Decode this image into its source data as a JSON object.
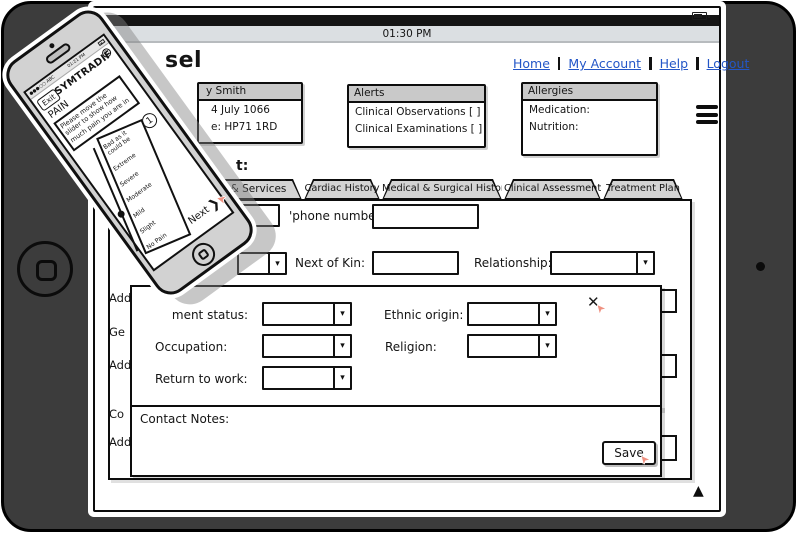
{
  "colors": {
    "link_blue": "#2356c7",
    "bezel_gray": "#3c3c3c",
    "cursor_salmon": "#ef9181"
  },
  "icons": {
    "dropdown_arrow": "▾",
    "chevron": "❯",
    "close_x": "✕",
    "scroll_up": "▲",
    "pointer": "➤"
  },
  "tablet": {
    "status_bar": {
      "time": "01:30 PM"
    },
    "nav_links": [
      "Home",
      "My Account",
      "Help",
      "Logout"
    ],
    "app_title_fragment": "sel",
    "patient_box": {
      "header_fragment": "y Smith",
      "rows": [
        "4 July 1066",
        "e: HP71 1RD"
      ]
    },
    "alerts_box": {
      "header": "Alerts",
      "rows": [
        "Clinical Observations [ ]",
        "Clinical Examinations [ ]"
      ]
    },
    "allergies_box": {
      "header": "Allergies",
      "rows": [
        "Medication:",
        "Nutrition:"
      ]
    },
    "section_label_fragment": "t:",
    "tabs": [
      "& Services",
      "Cardiac History",
      "Medical & Surgical History",
      "Clinical Assessment",
      "Treatment Plan"
    ],
    "form": {
      "phone_number_label": "'phone number:",
      "next_of_kin_label": "Next of Kin:",
      "relationship_label": "Relationship:",
      "left_fragments": [
        "Add",
        "Ge",
        "Add",
        "Co",
        "Add"
      ]
    },
    "popup": {
      "employment_status_fragment": "ment status:",
      "ethnic_origin_label": "Ethnic origin:",
      "occupation_label": "Occupation:",
      "religion_label": "Religion:",
      "return_to_work_label": "Return to work:"
    },
    "notes": {
      "label": "Contact Notes:",
      "save_label": "Save"
    }
  },
  "phone": {
    "status_bar": {
      "signal": "●●●○○",
      "carrier": "ABC",
      "time": "01:21 PM"
    },
    "exit_label": "Exit",
    "app_title": "SYMTRADIF",
    "screen_title": "PAIN",
    "help_icon_glyph": "?",
    "instruction": "Please move the slider to show how much pain you are in",
    "step_number": "1",
    "scale_top_label": "Bad as it could be",
    "scale_levels": [
      "Extreme",
      "Severe",
      "Moderate",
      "Mild",
      "Slight"
    ],
    "scale_bottom_label": "No Pain",
    "next_label": "Next"
  }
}
